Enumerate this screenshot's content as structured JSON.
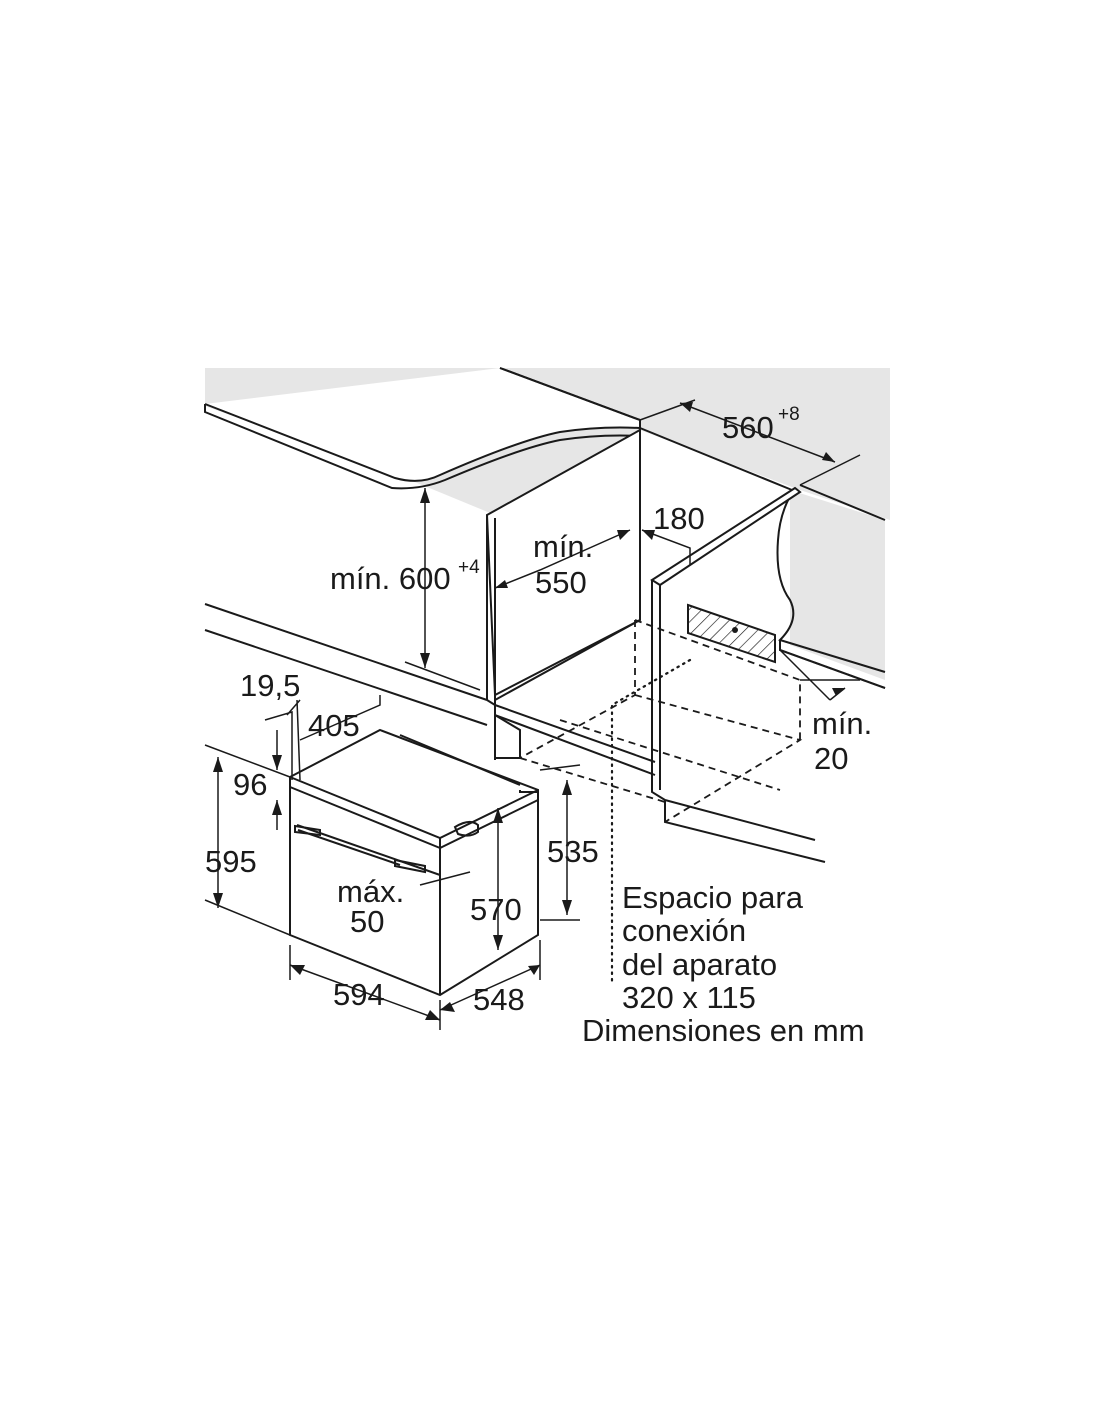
{
  "labels": {
    "cabinet_width": "560",
    "cabinet_width_tol": "+8",
    "cavity_depth_min_a": "mín.",
    "cavity_depth_min_b": "550",
    "gap_180": "180",
    "cavity_height": "mín. 600",
    "cavity_height_tol": "+4",
    "gap_min_a": "mín.",
    "gap_min_b": "20",
    "offset_19_5": "19,5",
    "depth_405": "405",
    "top_96": "96",
    "height_595": "595",
    "height_535": "535",
    "height_570": "570",
    "max_a": "máx.",
    "max_b": "50",
    "width_594": "594",
    "depth_548": "548"
  },
  "note_lines": [
    "Espacio para",
    "conexión",
    "del aparato",
    "320 x 115"
  ],
  "units_label": "Dimensiones en mm",
  "colors": {
    "surface": "#e6e6e6",
    "line": "#1a1a1a",
    "background": "#ffffff"
  }
}
